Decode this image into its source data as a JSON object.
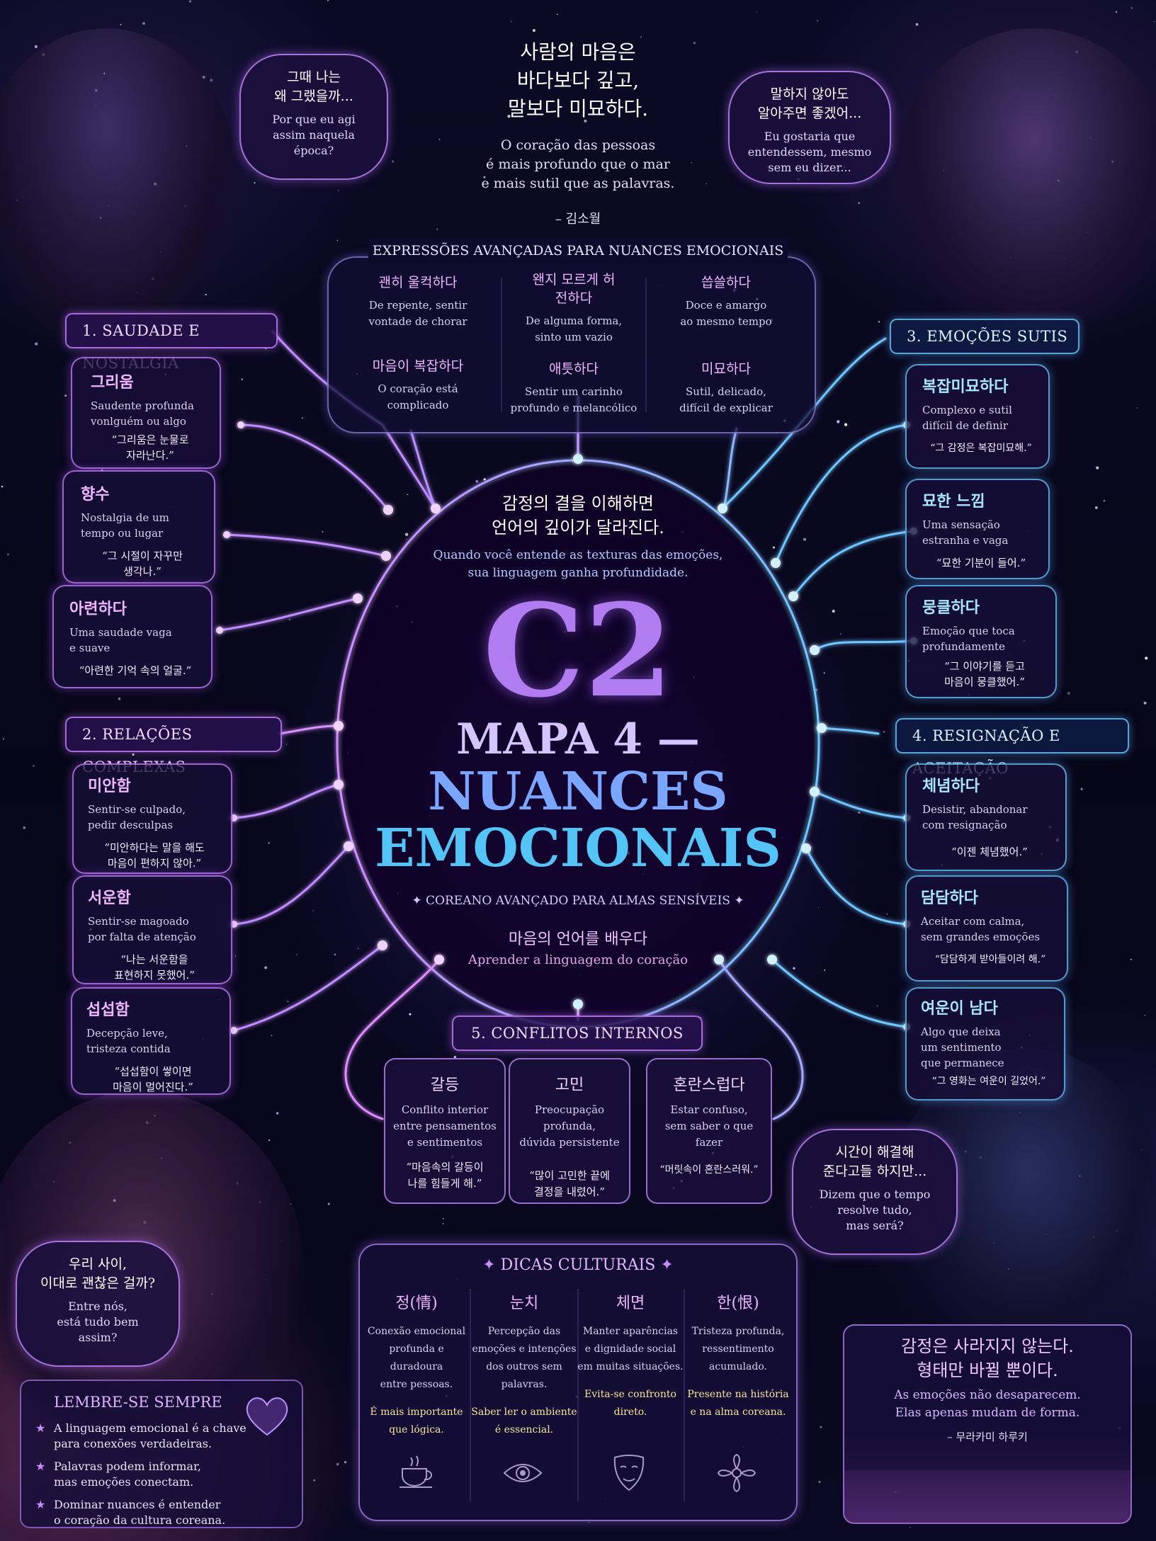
{
  "quote_top": {
    "korean": [
      "사람의 마음은",
      "바다보다 깊고,",
      "말보다 미묘하다."
    ],
    "portuguese": [
      "O coração das pessoas",
      "é mais profundo que o mar",
      "e mais sutil que as palavras."
    ],
    "author": "– 김소월"
  },
  "bubbles": {
    "top_left": {
      "korean": [
        "그때 나는",
        "왜 그랬을까..."
      ],
      "portuguese": [
        "Por que eu agi",
        "assim naquela",
        "época?"
      ]
    },
    "top_right": {
      "korean": [
        "말하지 않아도",
        "알아주면 좋겠어..."
      ],
      "portuguese": [
        "Eu gostaria que",
        "entendessem, mesmo",
        "sem eu dizer..."
      ]
    },
    "bottom_left": {
      "korean": [
        "우리 사이,",
        "이대로 괜찮은 걸까?"
      ],
      "portuguese": [
        "Entre nós,",
        "está tudo bem",
        "assim?"
      ]
    },
    "bottom_right": {
      "korean": [
        "시간이 해결해",
        "준다고들 하지만..."
      ],
      "portuguese": [
        "Dizem que o tempo",
        "resolve tudo,",
        "mas será?"
      ]
    }
  },
  "advanced": {
    "title": "EXPRESSÕES AVANÇADAS PARA NUANCES EMOCIONAIS",
    "items": [
      {
        "word": "괜히 울컥하다",
        "desc": [
          "De repente, sentir",
          "vontade de chorar"
        ]
      },
      {
        "word": "왠지 모르게 허전하다",
        "desc": [
          "De alguma forma,",
          "sinto um vazio"
        ]
      },
      {
        "word": "씁쓸하다",
        "desc": [
          "Doce e amargo",
          "ao mesmo tempo"
        ]
      },
      {
        "word": "마음이 복잡하다",
        "desc": [
          "O coração está",
          "complicado"
        ]
      },
      {
        "word": "애틋하다",
        "desc": [
          "Sentir um carinho",
          "profundo e melancólico"
        ]
      },
      {
        "word": "미묘하다",
        "desc": [
          "Sutil, delicado,",
          "difícil de explicar"
        ]
      }
    ]
  },
  "center": {
    "korean": [
      "감정의 결을 이해하면",
      "언어의 깊이가 달라진다."
    ],
    "portuguese": [
      "Quando você entende as texturas das emoções,",
      "sua linguagem ganha profundidade."
    ],
    "level": "C2",
    "title": [
      "MAPA 4 —",
      "NUANCES",
      "EMOCIONAIS"
    ],
    "subtitle": "✦ COREANO AVANÇADO PARA ALMAS SENSÍVEIS ✦",
    "tag_korean": "마음의 언어를 배우다",
    "tag_portuguese": "Aprender a linguagem do coração"
  },
  "sections": {
    "s1": {
      "title": "1. SAUDADE E NOSTALGIA",
      "cards": [
        {
          "word": "그리움",
          "desc": [
            "Saudente profunda",
            "vonlguém ou algo"
          ],
          "ex": [
            "“그리움은 눈물로",
            "자라난다.”"
          ]
        },
        {
          "word": "향수",
          "desc": [
            "Nostalgia de um",
            "tempo ou lugar"
          ],
          "ex": [
            "“그 시절이 자꾸만",
            "생각나.”"
          ]
        },
        {
          "word": "아련하다",
          "desc": [
            "Uma saudade vaga",
            "e suave"
          ],
          "ex": [
            "“아련한 기억 속의 얼굴.”"
          ]
        }
      ]
    },
    "s2": {
      "title": "2. RELAÇÕES COMPLEXAS",
      "cards": [
        {
          "word": "미안함",
          "desc": [
            "Sentir-se culpado,",
            "pedir desculpas"
          ],
          "ex": [
            "“미안하다는 말을 해도",
            "마음이 편하지 않아.”"
          ]
        },
        {
          "word": "서운함",
          "desc": [
            "Sentir-se magoado",
            "por falta de atenção"
          ],
          "ex": [
            "“나는 서운함을",
            "표현하지 못했어.”"
          ]
        },
        {
          "word": "섭섭함",
          "desc": [
            "Decepção leve,",
            "tristeza contida"
          ],
          "ex": [
            "“섭섭함이 쌓이면",
            "마음이 멀어진다.”"
          ]
        }
      ]
    },
    "s3": {
      "title": "3. EMOÇÕES SUTIS",
      "cards": [
        {
          "word": "복잡미묘하다",
          "desc": [
            "Complexo e sutil",
            "difícil de definir"
          ],
          "ex": [
            "“그 감정은 복잡미묘해.”"
          ]
        },
        {
          "word": "묘한 느낌",
          "desc": [
            "Uma sensação",
            "estranha e vaga"
          ],
          "ex": [
            "“묘한 기분이 들어.”"
          ]
        },
        {
          "word": "뭉클하다",
          "desc": [
            "Emoção que toca",
            "profundamente"
          ],
          "ex": [
            "“그 이야기를 듣고",
            "마음이 뭉클했어.”"
          ]
        }
      ]
    },
    "s4": {
      "title": "4. RESIGNAÇÃO E ACEITAÇÃO",
      "cards": [
        {
          "word": "체념하다",
          "desc": [
            "Desistir, abandonar",
            "com resignação"
          ],
          "ex": [
            "“이젠 체념했어.”"
          ]
        },
        {
          "word": "담담하다",
          "desc": [
            "Aceitar com calma,",
            "sem grandes emoções"
          ],
          "ex": [
            "“담담하게 받아들이려 해.”"
          ]
        },
        {
          "word": "여운이 남다",
          "desc": [
            "Algo que deixa",
            "um sentimento",
            "que permanece"
          ],
          "ex": [
            "“그 영화는 여운이 길었어.”"
          ]
        }
      ]
    },
    "s5": {
      "title": "5. CONFLITOS INTERNOS",
      "cards": [
        {
          "word": "갈등",
          "desc": [
            "Conflito interior",
            "entre pensamentos",
            "e sentimentos"
          ],
          "ex": [
            "“마음속의 갈등이",
            "나를 힘들게 해.”"
          ]
        },
        {
          "word": "고민",
          "desc": [
            "Preocupação profunda,",
            "dúvida persistente"
          ],
          "ex": [
            "“많이 고민한 끝에",
            "결정을 내렸어.”"
          ]
        },
        {
          "word": "혼란스럽다",
          "desc": [
            "Estar confuso,",
            "sem saber o que",
            "fazer"
          ],
          "ex": [
            "“머릿속이 혼란스러워.”"
          ]
        }
      ]
    }
  },
  "culture": {
    "title": "DICAS CULTURAIS",
    "items": [
      {
        "word": "정(情)",
        "desc": [
          "Conexão emocional",
          "profunda e duradoura",
          "entre pessoas."
        ],
        "note": [
          "É mais importante",
          "que lógica."
        ],
        "icon": "teacup-icon"
      },
      {
        "word": "눈치",
        "desc": [
          "Percepção das",
          "emoções e intenções",
          "dos outros sem",
          "palavras."
        ],
        "note": [
          "Saber ler o ambiente",
          "é essencial."
        ],
        "icon": "eye-icon"
      },
      {
        "word": "체면",
        "desc": [
          "Manter aparências",
          "e dignidade social",
          "em muitas situações."
        ],
        "note": [
          "Evita-se confronto",
          "direto."
        ],
        "icon": "mask-icon"
      },
      {
        "word": "한(恨)",
        "desc": [
          "Tristeza profunda,",
          "ressentimento",
          "acumulado."
        ],
        "note": [
          "Presente na história",
          "e na alma coreana."
        ],
        "icon": "flower-icon"
      }
    ]
  },
  "remember": {
    "title": "LEMBRE-SE SEMPRE",
    "items": [
      [
        "A linguagem emocional é a chave",
        "para conexões verdadeiras."
      ],
      [
        "Palavras podem informar,",
        "mas emoções conectam."
      ],
      [
        "Dominar nuances é entender",
        "o coração da cultura coreana."
      ]
    ]
  },
  "quote_bottom": {
    "korean": [
      "감정은 사라지지 않는다.",
      "형태만 바뀔 뿐이다."
    ],
    "portuguese": [
      "As emoções não desaparecem.",
      "Elas apenas mudam de forma."
    ],
    "author": "– 무라카미 하루키"
  },
  "colors": {
    "pink": "#c882ff",
    "blue": "#6ec8ff",
    "gold": "#f6e49a",
    "background": "#07061a"
  }
}
